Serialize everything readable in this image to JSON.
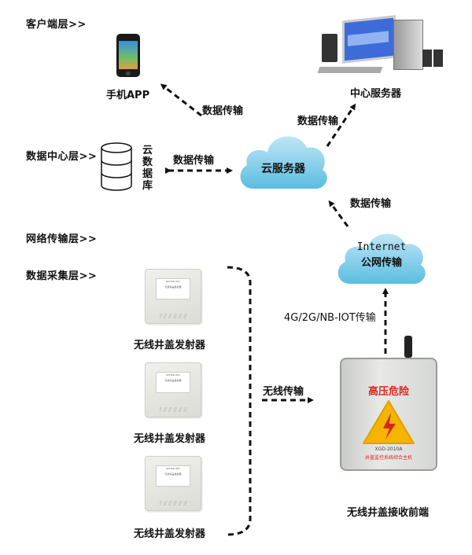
{
  "layers": {
    "client": "客户端层>>",
    "datacenter": "数据中心层>>",
    "network": "网络传输层>>",
    "collection": "数据采集层>>"
  },
  "nodes": {
    "mobile_app": "手机APP",
    "central_server": "中心服务器",
    "cloud_server": "云服务器",
    "cloud_database": [
      "云",
      "数",
      "据",
      "库"
    ],
    "internet_line1": "Internet",
    "internet_line2": "公网传输",
    "receiver": "无线井盖接收前端",
    "transmitters": [
      "无线井盖发射器",
      "无线井盖发射器",
      "无线井盖发射器"
    ]
  },
  "links": {
    "cloud_to_app": "数据传输",
    "cloud_to_server": "数据传输",
    "db_cloud": "数据传输",
    "internet_to_cloud": "数据传输",
    "receiver_to_internet": "4G/2G/NB-IOT传输",
    "transmitters_to_receiver": "无线传输"
  },
  "device_labels": {
    "warning": "高压危险",
    "model": "XGD-2010A",
    "name": "井盖监控系统综合主机",
    "transmitter_model": "XCTWD-3X1",
    "transmitter_name": "无线井盖发射器"
  },
  "colors": {
    "cloud_light": "#bfe6f5",
    "cloud_dark": "#5bbde0",
    "warning_yellow": "#f4b400",
    "warning_red": "#d8281e"
  }
}
